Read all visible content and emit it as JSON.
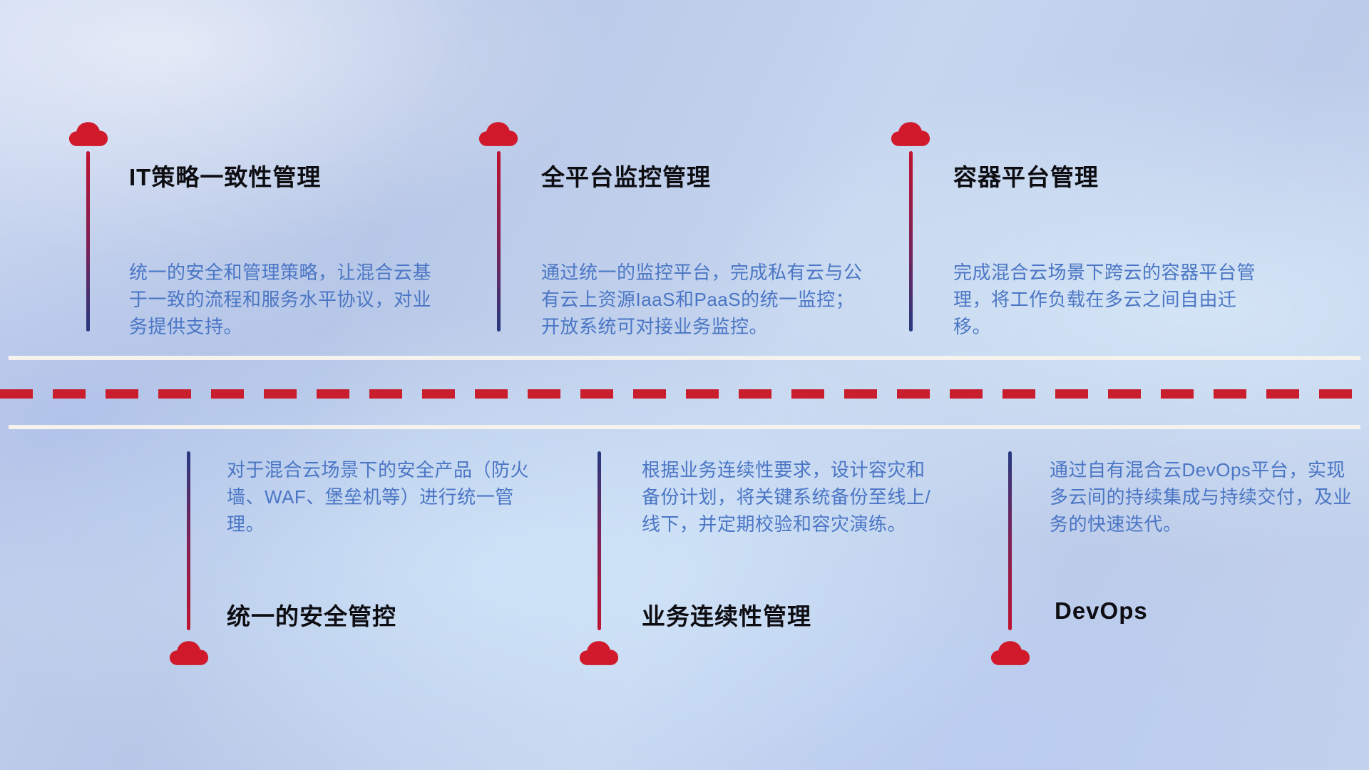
{
  "colors": {
    "cloud": "#d01a2c",
    "line_red": "#c01330",
    "line_navy": "#253a80",
    "title": "#0d0d12",
    "description": "#4b76c5",
    "dash": "#c81e2d",
    "road": "#f6f3ee"
  },
  "top_items": [
    {
      "title": "IT策略一致性管理",
      "description": "统一的安全和管理策略，让混合云基于一致的流程和服务水平协议，对业务提供支持。"
    },
    {
      "title": "全平台监控管理",
      "description": "通过统一的监控平台，完成私有云与公有云上资源IaaS和PaaS的统一监控；开放系统可对接业务监控。"
    },
    {
      "title": "容器平台管理",
      "description": "完成混合云场景下跨云的容器平台管理，将工作负载在多云之间自由迁移。"
    }
  ],
  "bottom_items": [
    {
      "title": "统一的安全管控",
      "description": "对于混合云场景下的安全产品（防火墙、WAF、堡垒机等）进行统一管理。"
    },
    {
      "title": "业务连续性管理",
      "description": "根据业务连续性要求，设计容灾和备份计划，将关键系统备份至线上/线下，并定期校验和容灾演练。"
    },
    {
      "title": "DevOps",
      "description": "通过自有混合云DevOps平台，实现多云间的持续集成与持续交付，及业务的快速迭代。"
    }
  ]
}
